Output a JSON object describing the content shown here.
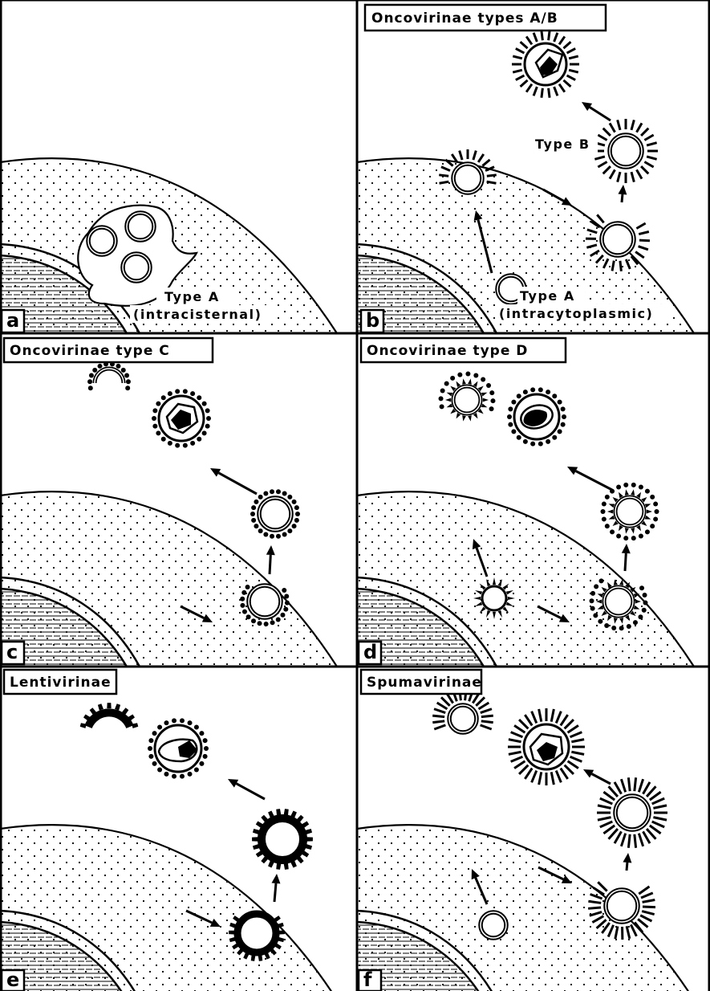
{
  "figure": {
    "stroke_color": "#000000",
    "background_color": "#ffffff"
  },
  "panels": [
    {
      "letter": "a",
      "title": "",
      "annotations": [
        "Type A",
        "(intracisternal)"
      ]
    },
    {
      "letter": "b",
      "title": "Oncovirinae types A/B",
      "annotations": [
        "Type B",
        "Type A",
        "(intracytoplasmic)"
      ]
    },
    {
      "letter": "c",
      "title": "Oncovirinae type C",
      "annotations": []
    },
    {
      "letter": "d",
      "title": "Oncovirinae type D",
      "annotations": []
    },
    {
      "letter": "e",
      "title": "Lentivirinae",
      "annotations": []
    },
    {
      "letter": "f",
      "title": "Spumavirinae",
      "annotations": []
    }
  ]
}
